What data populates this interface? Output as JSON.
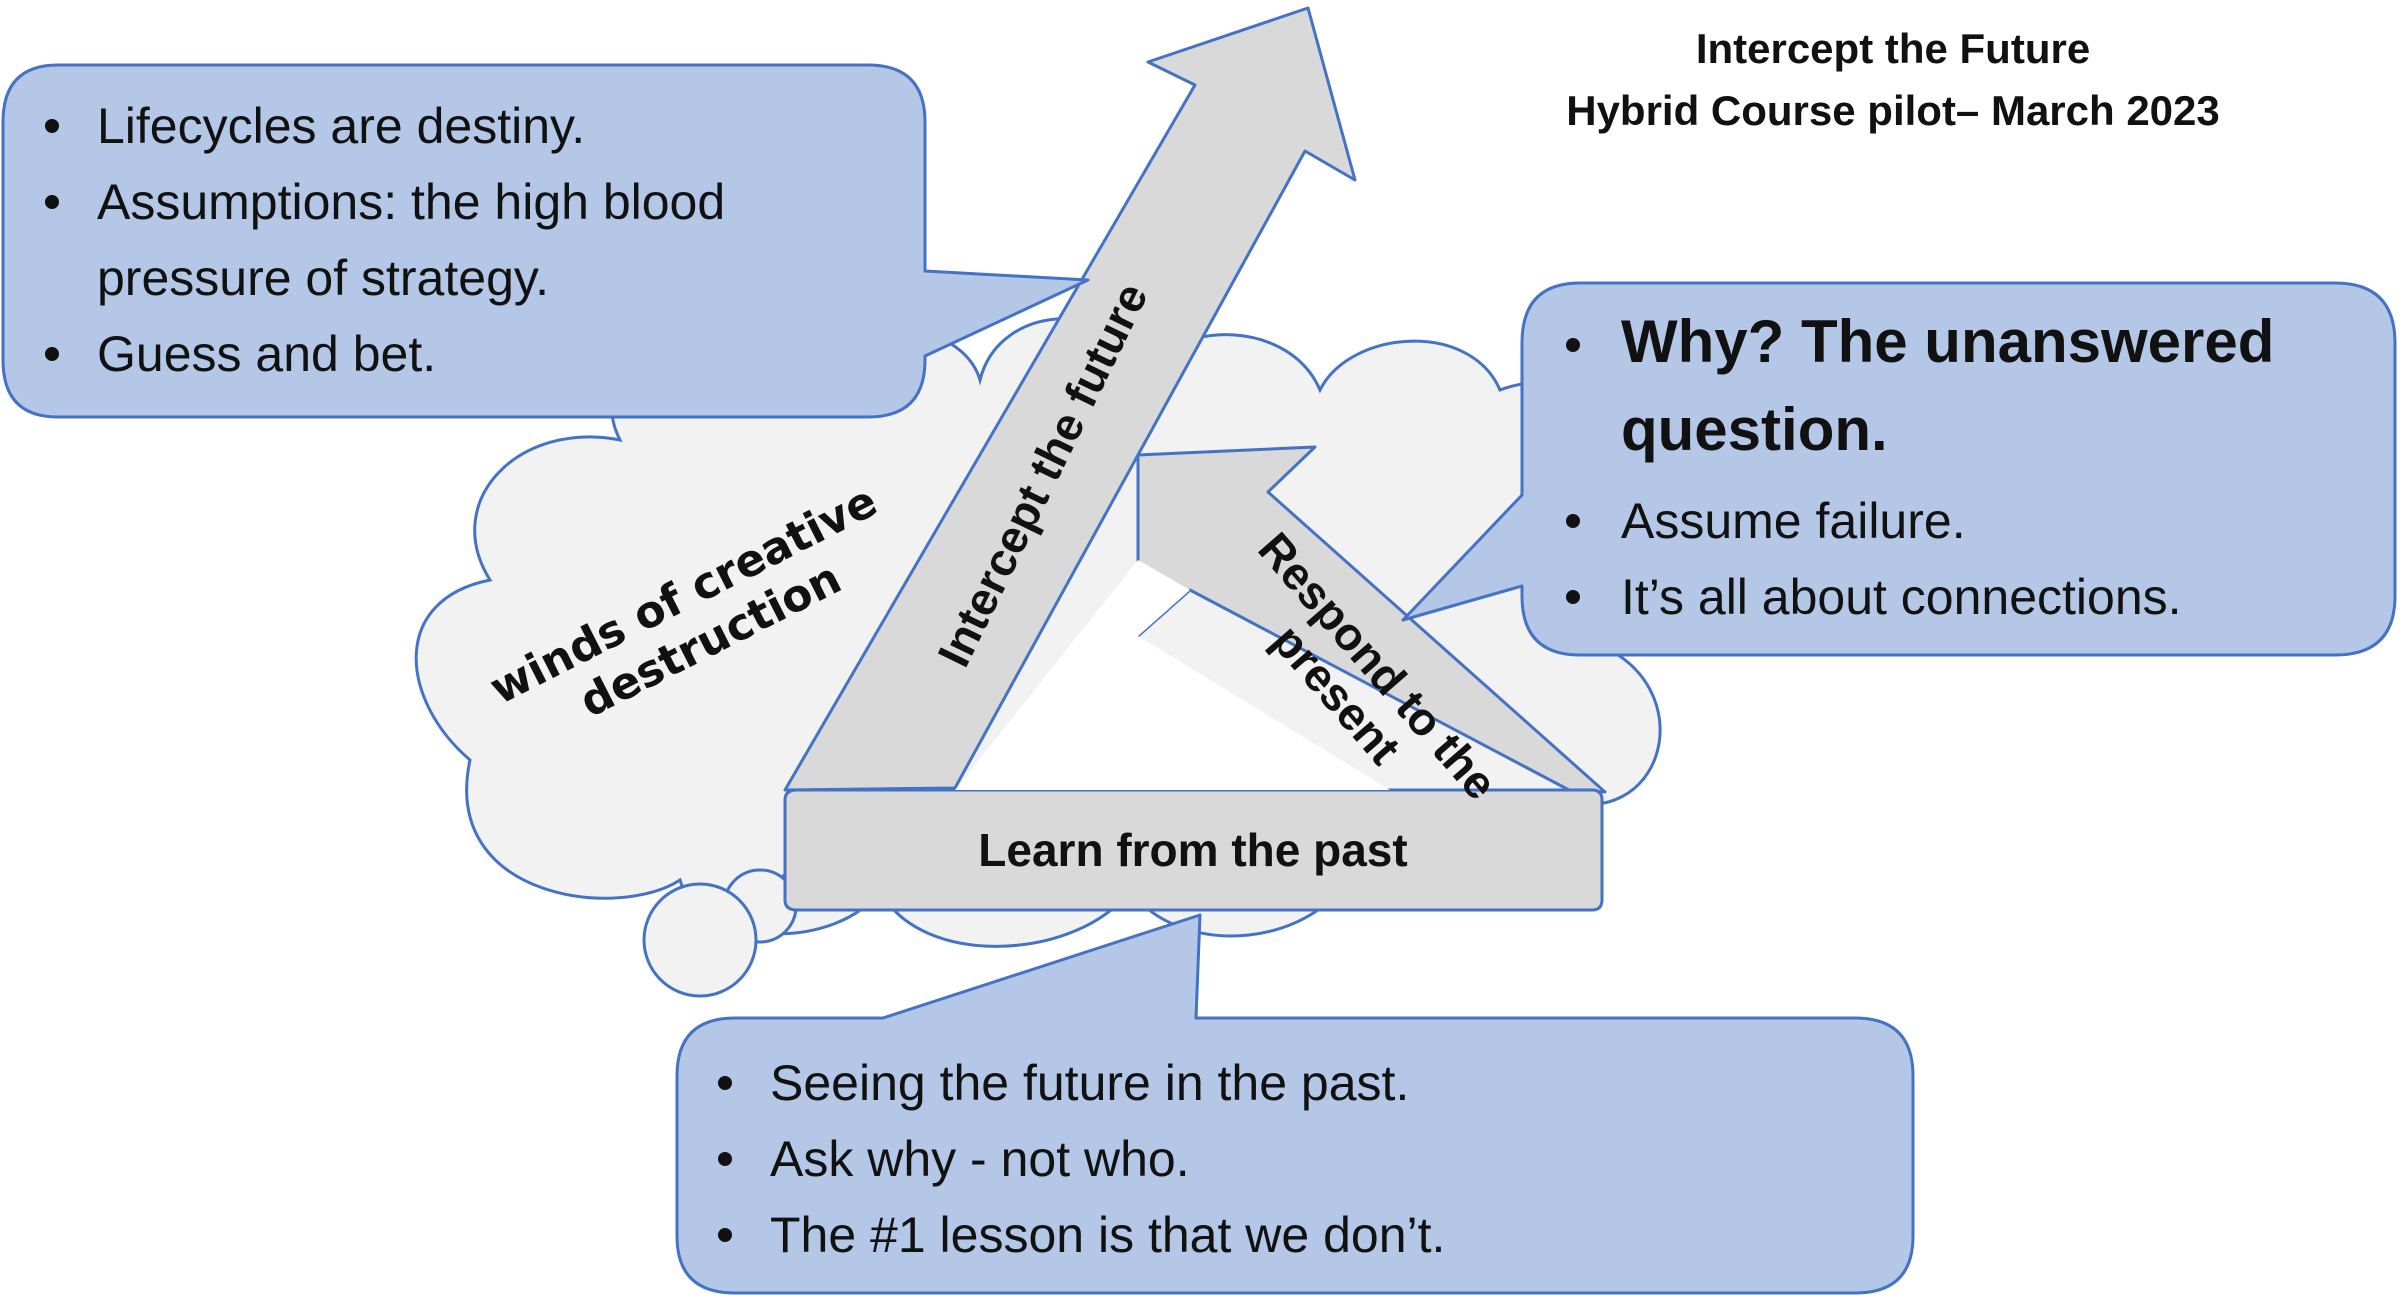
{
  "title": {
    "line1": "Intercept the Future",
    "line2": "Hybrid Course pilot– March 2023"
  },
  "cloud": {
    "line1": "winds of creative",
    "line2": "destruction"
  },
  "arrows": {
    "future": "Intercept the future",
    "present_line1": "Respond to the",
    "present_line2": "present",
    "past": "Learn from the past"
  },
  "callouts": {
    "future": {
      "bullets": [
        {
          "lines": [
            "Lifecycles are destiny."
          ]
        },
        {
          "lines": [
            "Assumptions: the high blood",
            "pressure of strategy."
          ]
        },
        {
          "lines": [
            "Guess and bet."
          ]
        }
      ]
    },
    "present": {
      "bullets": [
        {
          "lines": [
            "Why? The unanswered",
            "question."
          ]
        },
        {
          "lines": [
            "Assume failure."
          ]
        },
        {
          "lines": [
            "It’s all about connections."
          ]
        }
      ]
    },
    "past": {
      "bullets": [
        {
          "lines": [
            "Seeing the future in the past."
          ]
        },
        {
          "lines": [
            "Ask why - not who."
          ]
        },
        {
          "lines": [
            "The #1 lesson is that we don’t."
          ]
        }
      ]
    }
  },
  "colors": {
    "callout_fill": "#b4c7e7",
    "outline": "#4472c4",
    "arrow_fill": "#d9d9d9",
    "cloud_fill": "#f2f2f2"
  }
}
